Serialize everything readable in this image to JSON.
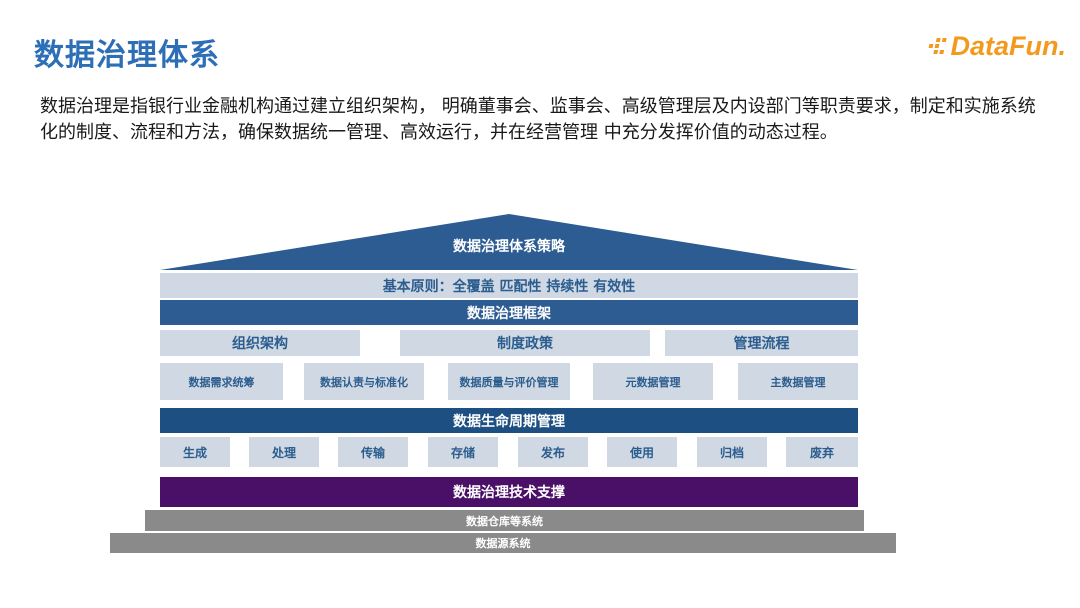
{
  "header": {
    "title": "数据治理体系",
    "logo_text": "DataFun."
  },
  "intro": "数据治理是指银行业金融机构通过建立组织架构，  明确董事会、监事会、高级管理层及内设部门等职责要求，制定和实施系统化的制度、流程和方法，确保数据统一管理、高效运行，并在经营管理  中充分发挥价值的动态过程。",
  "house": {
    "roof": "数据治理体系策略",
    "principles": "基本原则：全覆盖  匹配性  持续性  有效性",
    "framework": "数据治理框架",
    "pillars": [
      "组织架构",
      "制度政策",
      "管理流程"
    ],
    "modules": [
      "数据需求统筹",
      "数据认责与标准化",
      "数据质量与评价管理",
      "元数据管理",
      "主数据管理"
    ],
    "lifecycle_title": "数据生命周期管理",
    "lifecycle": [
      "生成",
      "处理",
      "传输",
      "存储",
      "发布",
      "使用",
      "归档",
      "废弃"
    ],
    "tech": "数据治理技术支撑",
    "warehouse": "数据仓库等系统",
    "source": "数据源系统"
  },
  "colors": {
    "title": "#2d6fb6",
    "roof": "#2c5c92",
    "light_block": "#d0d9e3",
    "navy": "#1d4f82",
    "purple": "#4a0f66",
    "gray": "#8a8a8a",
    "logo": "#f39a1e"
  }
}
